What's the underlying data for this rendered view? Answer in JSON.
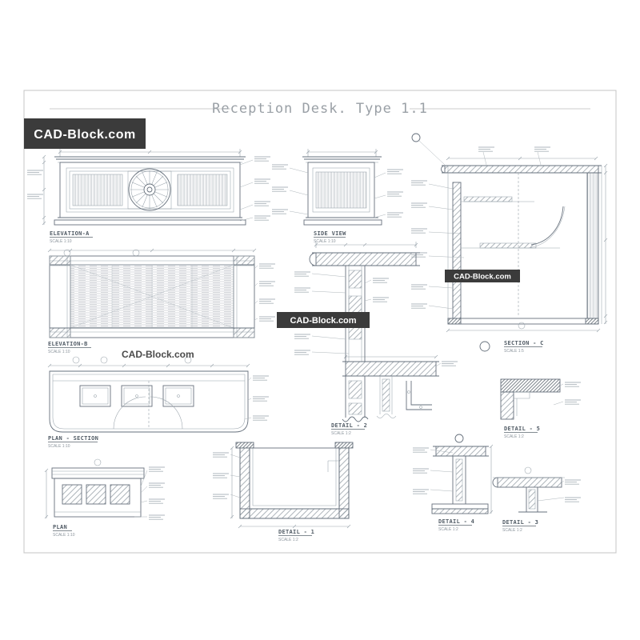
{
  "page": {
    "title": "Reception Desk. Type 1.1"
  },
  "watermarks": {
    "logo": "CAD-Block.com",
    "center_box": "CAD-Block.com",
    "section_box": "CAD-Block.com",
    "elevation_text": "CAD-Block.com"
  },
  "views": {
    "elevation_a": {
      "label": "ELEVATION-A",
      "scale": "SCALE 1:10"
    },
    "side_view": {
      "label": "SIDE VIEW",
      "scale": "SCALE 1:10"
    },
    "section_c": {
      "label": "SECTION - C",
      "scale": "SCALE 1:5"
    },
    "elevation_b": {
      "label": "ELEVATION-B",
      "scale": "SCALE 1:10"
    },
    "plan_section": {
      "label": "PLAN - SECTION",
      "scale": "SCALE 1:10"
    },
    "plan": {
      "label": "PLAN",
      "scale": "SCALE 1:10"
    },
    "detail_1": {
      "label": "DETAIL - 1",
      "scale": "SCALE 1:2"
    },
    "detail_2": {
      "label": "DETAIL - 2",
      "scale": "SCALE 1:2"
    },
    "detail_3": {
      "label": "DETAIL - 3",
      "scale": "SCALE 1:2"
    },
    "detail_4": {
      "label": "DETAIL - 4",
      "scale": "SCALE 1:2"
    },
    "detail_5": {
      "label": "DETAIL - 5",
      "scale": "SCALE 1:2"
    }
  },
  "colors": {
    "brand_bg": "#3b3b3b",
    "brand_text": "#ffffff",
    "line": "#66707c",
    "title": "#9aa0a6"
  }
}
